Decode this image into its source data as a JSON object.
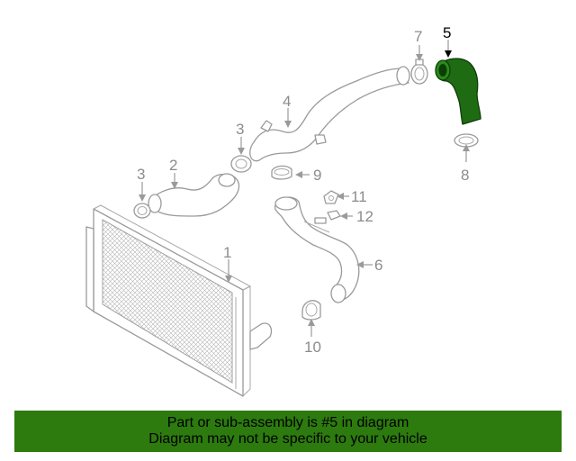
{
  "diagram": {
    "highlight_color": "#1f6b14",
    "callouts": {
      "c1": "1",
      "c2": "2",
      "c3a": "3",
      "c3b": "3",
      "c4": "4",
      "c5": "5",
      "c6": "6",
      "c7": "7",
      "c8": "8",
      "c9": "9",
      "c10": "10",
      "c11": "11",
      "c12": "12"
    }
  },
  "banner": {
    "line1": "Part or sub-assembly is #5 in diagram",
    "line2": "Diagram may not be specific to your vehicle",
    "background": "#2d7a0f"
  }
}
